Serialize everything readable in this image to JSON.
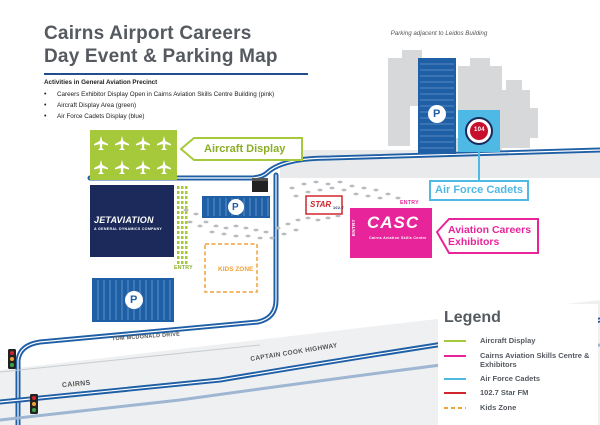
{
  "title": {
    "line1": "Cairns Airport Careers",
    "line2": "Day Event & Parking Map"
  },
  "activities": {
    "heading": "Activities in General Aviation Precinct",
    "items": [
      "Careers Exhibitor Display Open in Cairns Aviation Skills Centre Building (pink)",
      "Aircraft Display Area (green)",
      "Air Force Cadets Display (blue)"
    ]
  },
  "map_labels": {
    "parking_note": "Parking adjacent to Leidos Building",
    "aircraft_display": "Aircraft Display",
    "air_force_cadets": "Air Force Cadets",
    "aviation_careers_exhibitors": "Aviation Careers Exhibitors",
    "kids_zone": "KIDS ZONE",
    "entry_jet": "ENTRY",
    "entry_casc_top": "ENTRY",
    "entry_casc_side": "ENTRY",
    "jet_aviation": "JETAVIATION",
    "jet_aviation_sub": "A GENERAL DYNAMICS COMPANY",
    "casc_logo": "CASC",
    "casc_sub": "Cairns Aviation Skills Centre",
    "star_logo": "STAR",
    "star_sub": "102.7",
    "cadets_badge": "104",
    "road_tom_mcdonald": "TOM MCDONALD DRIVE",
    "road_captain_cook": "CAPTAIN COOK HIGHWAY",
    "road_cairns": "CAIRNS",
    "parking_symbol": "P"
  },
  "legend": {
    "title": "Legend",
    "items": [
      {
        "label": "Aircraft Display",
        "color": "#a6c93c",
        "style": "solid"
      },
      {
        "label": "Cairns Aviation Skills Centre & Exhibitors",
        "color": "#e8249a",
        "style": "solid"
      },
      {
        "label": "Air Force Cadets",
        "color": "#4fb9e6",
        "style": "solid"
      },
      {
        "label": "102.7 Star FM",
        "color": "#d0262c",
        "style": "solid"
      },
      {
        "label": "Kids Zone",
        "color": "#f0a23a",
        "style": "dashed"
      }
    ]
  },
  "colors": {
    "road": "#1e5fa6",
    "green": "#a6c93c",
    "pink": "#e8249a",
    "cyan": "#4fb9e6",
    "navy": "#1b2a5a",
    "parking_blue": "#1e5fa6",
    "building_grey": "#d6d8da",
    "kids": "#f0a23a",
    "star_red": "#d0262c"
  }
}
